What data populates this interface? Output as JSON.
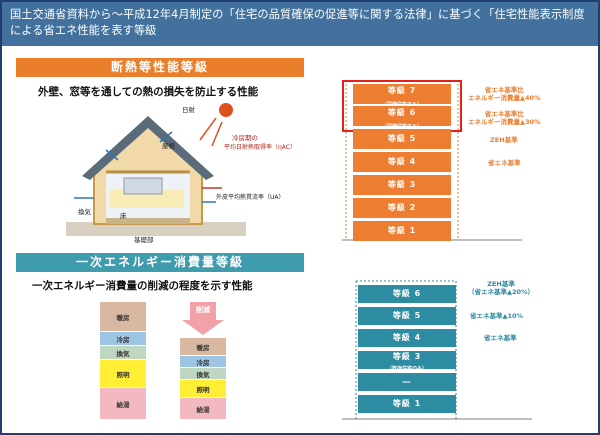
{
  "header": {
    "text": "国土交通省資料から～平成12年4月制定の「住宅の品質確保の促進等に関する法律」に基づく「住宅性能表示制度による省エネ性能を表す等級"
  },
  "insulation": {
    "title": "断熱等性能等級",
    "description": "外壁、窓等を通しての熱の損失を防止する性能",
    "labels": {
      "cooling": "冷房期の",
      "cooling_rate": "平均日射熱取得率（ηAC）",
      "ua": "外皮平均熱貫流率（UA）",
      "small": "屋根",
      "mark": "換気",
      "sun": "日射",
      "floor": "床",
      "basement": "基礎部"
    },
    "grades": [
      {
        "label": "等級 7",
        "sub": "（戸建住宅のみ）",
        "note": "省エネ基準比\nエネルギー消費量▲40%",
        "highlight": true
      },
      {
        "label": "等級 6",
        "sub": "（戸建住宅のみ）",
        "note": "省エネ基準比\nエネルギー消費量▲30%",
        "highlight": true
      },
      {
        "label": "等級 5",
        "sub": "",
        "note": "ZEH基準",
        "highlight": false
      },
      {
        "label": "等級 4",
        "sub": "",
        "note": "省エネ基準",
        "highlight": false
      },
      {
        "label": "等級 3",
        "sub": "",
        "note": "",
        "highlight": false
      },
      {
        "label": "等級 2",
        "sub": "",
        "note": "",
        "highlight": false
      },
      {
        "label": "等級 1",
        "sub": "",
        "note": "",
        "highlight": false
      }
    ],
    "color": "#ed7d31"
  },
  "energy": {
    "title": "一次エネルギー消費量等級",
    "description": "一次エネルギー消費量の削減の程度を示す性能",
    "arrow_label": "削減",
    "before": [
      "暖房",
      "冷房",
      "換気",
      "照明",
      "給湯"
    ],
    "after": [
      "暖房",
      "冷房",
      "換気",
      "照明",
      "給湯"
    ],
    "grades": [
      {
        "label": "等級 6",
        "sub": "",
        "note": "ZEH基準\n（省エネ基準▲20%）"
      },
      {
        "label": "等級 5",
        "sub": "",
        "note": "省エネ基準▲10%"
      },
      {
        "label": "等級 4",
        "sub": "",
        "note": "省エネ基準"
      },
      {
        "label": "等級 3",
        "sub": "（既存住宅のみ）",
        "note": ""
      },
      {
        "label": "―",
        "sub": "",
        "note": ""
      },
      {
        "label": "等級 1",
        "sub": "",
        "note": ""
      }
    ],
    "color": "#2e8ca2"
  }
}
